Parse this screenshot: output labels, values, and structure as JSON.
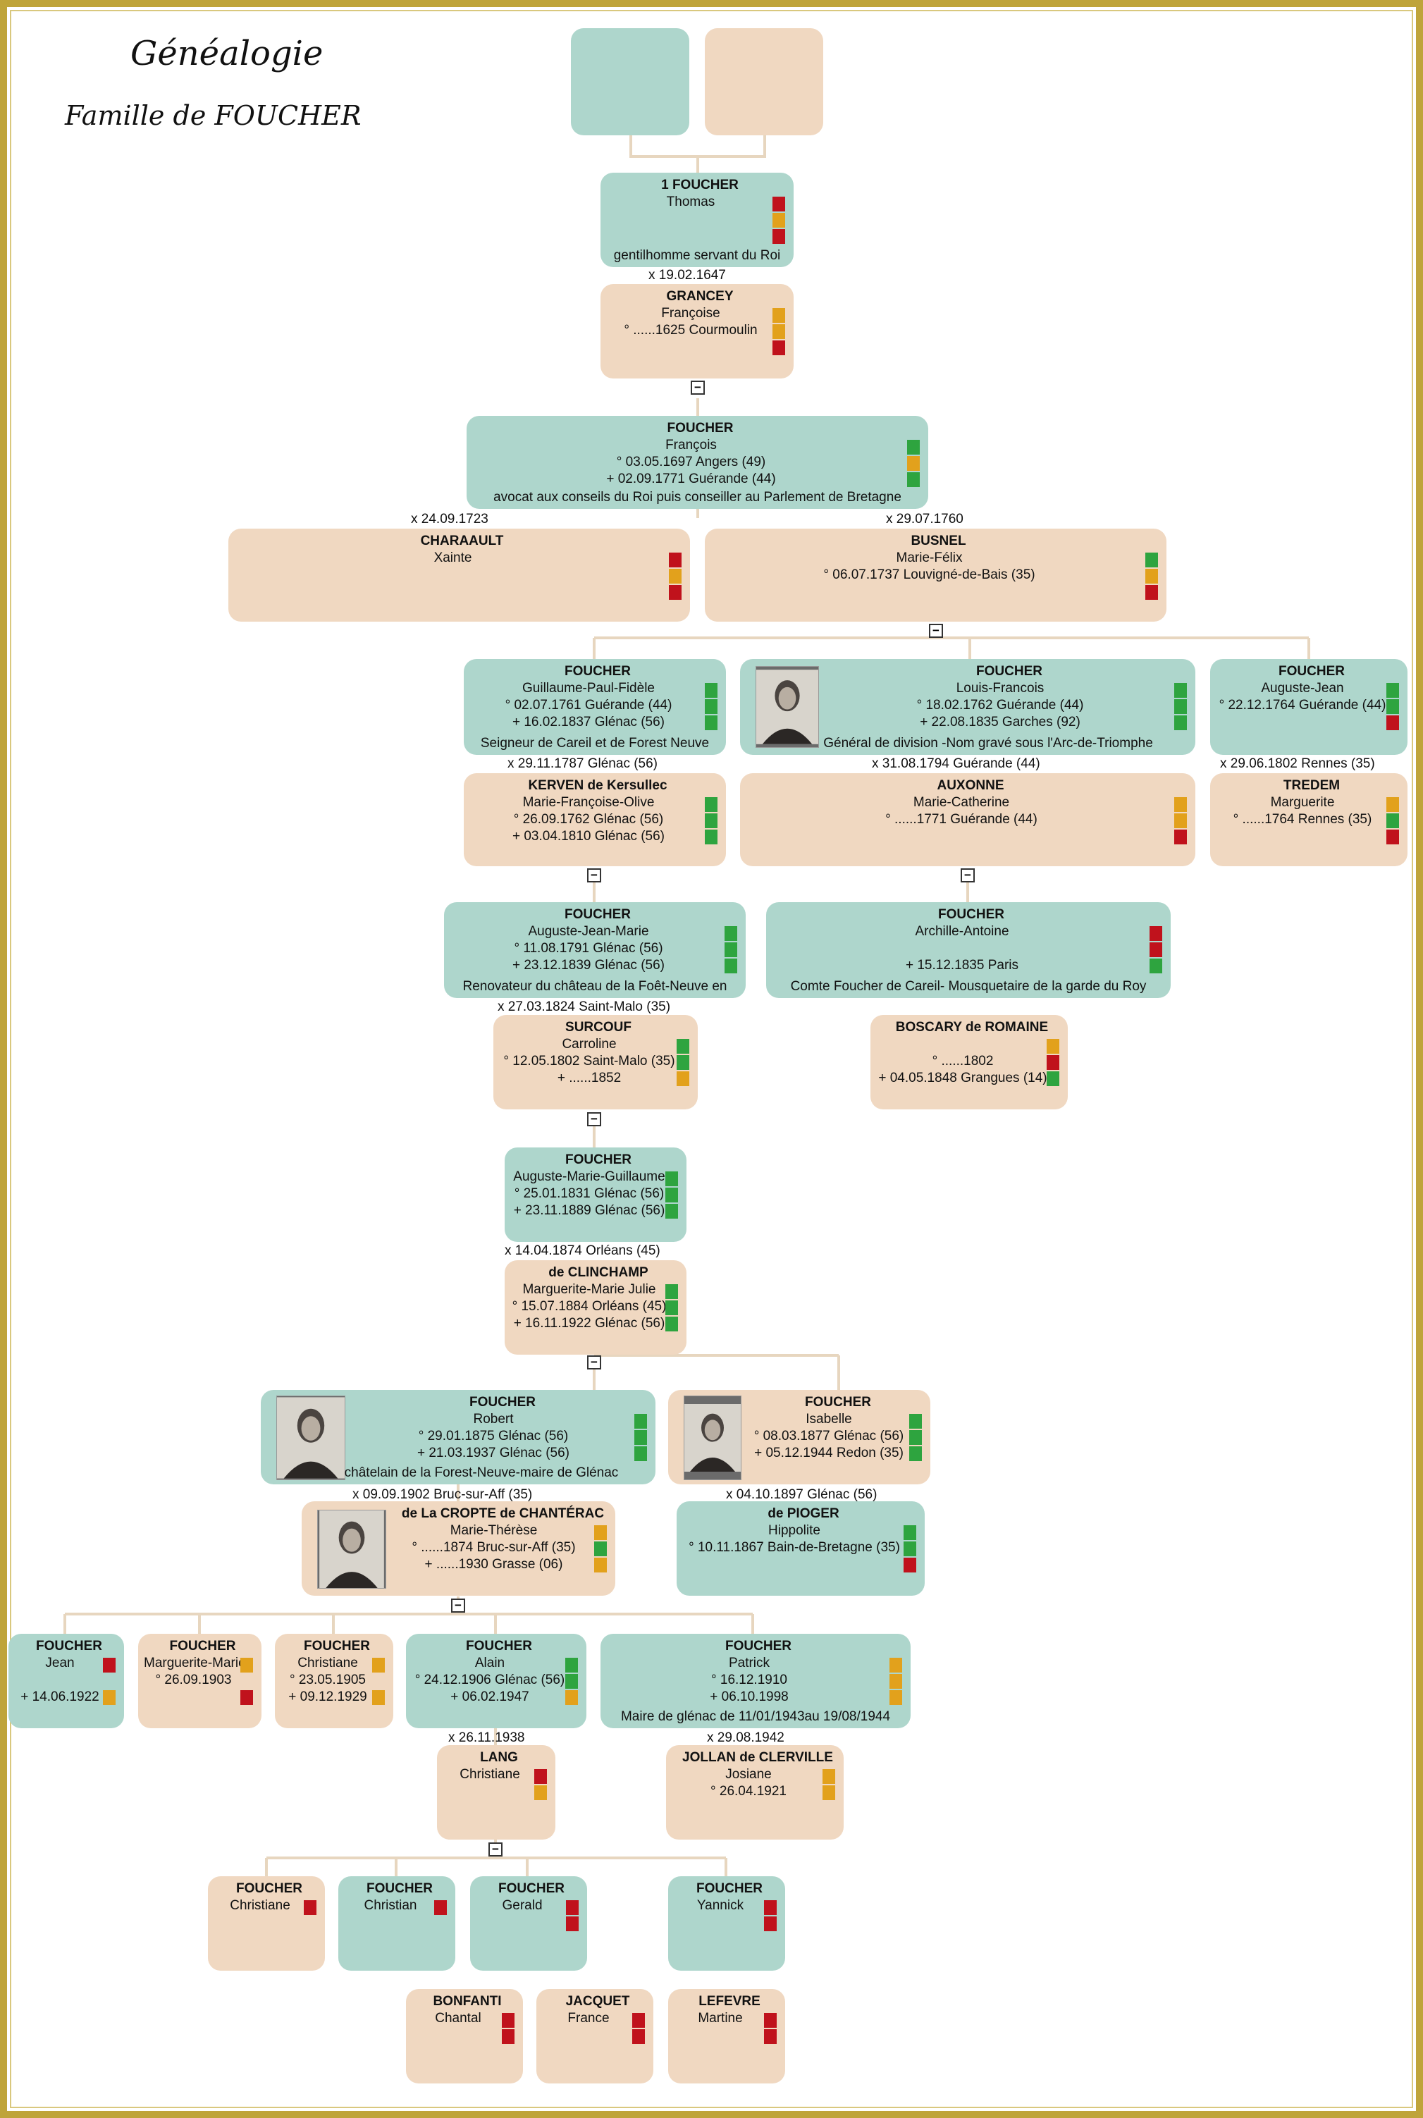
{
  "title": "Généalogie",
  "subtitle": "Famille  de FOUCHER",
  "colors": {
    "male": "#aed6cc",
    "female": "#f0d8c1",
    "red": "#c0121c",
    "orange": "#e2a11c",
    "green": "#2ea43f",
    "line": "#e7d6bf",
    "frame": "#bfa43a"
  },
  "toggle_symbol": "−",
  "people": {
    "thomas": {
      "sex": "male",
      "surname": "1 FOUCHER",
      "lines": [
        "Thomas"
      ],
      "note": "gentilhomme servant du Roi",
      "marks": [
        "red",
        "orange",
        "red"
      ]
    },
    "francoise": {
      "sex": "female",
      "surname": "GRANCEY",
      "lines": [
        "Françoise",
        "° ......1625 Courmoulin"
      ],
      "marks": [
        "orange",
        "orange",
        "red"
      ]
    },
    "francois": {
      "sex": "male",
      "surname": "FOUCHER",
      "lines": [
        "François",
        "° 03.05.1697 Angers (49)",
        "+ 02.09.1771 Guérande (44)"
      ],
      "note": "avocat aux conseils du Roi puis conseiller au Parlement de Bretagne",
      "marks": [
        "green",
        "orange",
        "green"
      ]
    },
    "xainte": {
      "sex": "female",
      "surname": "CHARAAULT",
      "lines": [
        "Xainte"
      ],
      "marks": [
        "red",
        "orange",
        "red"
      ]
    },
    "mariefelix": {
      "sex": "female",
      "surname": "BUSNEL",
      "lines": [
        "Marie-Félix",
        "° 06.07.1737 Louvigné-de-Bais (35)"
      ],
      "marks": [
        "green",
        "orange",
        "red"
      ]
    },
    "guillaume": {
      "sex": "male",
      "surname": "FOUCHER",
      "lines": [
        "Guillaume-Paul-Fidèle",
        "° 02.07.1761 Guérande (44)",
        "+ 16.02.1837 Glénac (56)"
      ],
      "note": "Seigneur de Careil et de Forest Neuve",
      "marks": [
        "green",
        "green",
        "green"
      ]
    },
    "louisfrancois": {
      "sex": "male",
      "surname": "FOUCHER",
      "lines": [
        "Louis-Francois",
        "° 18.02.1762 Guérande (44)",
        "+ 22.08.1835 Garches (92)"
      ],
      "note": "Général de division -Nom gravé sous l'Arc-de-Triomphe",
      "marks": [
        "green",
        "green",
        "green"
      ],
      "photo": true
    },
    "augustejean": {
      "sex": "male",
      "surname": "FOUCHER",
      "lines": [
        "Auguste-Jean",
        "° 22.12.1764 Guérande (44)"
      ],
      "marks": [
        "green",
        "green",
        "red"
      ]
    },
    "kerven": {
      "sex": "female",
      "surname": "KERVEN de Kersullec",
      "lines": [
        "Marie-Françoise-Olive",
        "° 26.09.1762 Glénac (56)",
        "+ 03.04.1810 Glénac (56)"
      ],
      "marks": [
        "green",
        "green",
        "green"
      ]
    },
    "auxonne": {
      "sex": "female",
      "surname": "AUXONNE",
      "lines": [
        "Marie-Catherine",
        "° ......1771 Guérande (44)"
      ],
      "marks": [
        "orange",
        "orange",
        "red"
      ]
    },
    "tredem": {
      "sex": "female",
      "surname": "TREDEM",
      "lines": [
        "Marguerite",
        "° ......1764 Rennes (35)"
      ],
      "marks": [
        "orange",
        "green",
        "red"
      ]
    },
    "augustejeanmarie": {
      "sex": "male",
      "surname": "FOUCHER",
      "lines": [
        "Auguste-Jean-Marie",
        "° 11.08.1791 Glénac (56)",
        "+ 23.12.1839 Glénac (56)"
      ],
      "note": "Renovateur du château de la Foêt-Neuve en",
      "marks": [
        "green",
        "green",
        "green"
      ]
    },
    "archille": {
      "sex": "male",
      "surname": "FOUCHER",
      "lines": [
        "Archille-Antoine",
        "",
        "+ 15.12.1835 Paris"
      ],
      "note": "Comte Foucher de Careil- Mousquetaire de la garde du Roy",
      "marks": [
        "red",
        "red",
        "green"
      ]
    },
    "surcouf": {
      "sex": "female",
      "surname": "SURCOUF",
      "lines": [
        "Carroline",
        "° 12.05.1802 Saint-Malo (35)",
        "+ ......1852"
      ],
      "marks": [
        "green",
        "green",
        "orange"
      ]
    },
    "boscary": {
      "sex": "female",
      "surname": "BOSCARY de ROMAINE",
      "lines": [
        "",
        "° ......1802",
        "+ 04.05.1848 Grangues (14)"
      ],
      "marks": [
        "orange",
        "red",
        "green"
      ]
    },
    "augustemarieguillaume": {
      "sex": "male",
      "surname": "FOUCHER",
      "lines": [
        "Auguste-Marie-Guillaume",
        "° 25.01.1831 Glénac (56)",
        "+ 23.11.1889 Glénac (56)"
      ],
      "marks": [
        "green",
        "green",
        "green"
      ]
    },
    "clinchamp": {
      "sex": "female",
      "surname": "de CLINCHAMP",
      "lines": [
        "Marguerite-Marie Julie",
        "° 15.07.1884 Orléans (45)",
        "+ 16.11.1922 Glénac (56)"
      ],
      "marks": [
        "green",
        "green",
        "green"
      ]
    },
    "robert": {
      "sex": "male",
      "surname": "FOUCHER",
      "lines": [
        "Robert",
        "° 29.01.1875 Glénac (56)",
        "+ 21.03.1937 Glénac (56)"
      ],
      "note": "châtelain de la Forest-Neuve-maire de Glénac",
      "marks": [
        "green",
        "green",
        "green"
      ],
      "photo": true
    },
    "isabelle": {
      "sex": "female",
      "surname": "FOUCHER",
      "lines": [
        "Isabelle",
        "° 08.03.1877 Glénac (56)",
        "+ 05.12.1944 Redon (35)"
      ],
      "marks": [
        "green",
        "green",
        "green"
      ],
      "photo": true
    },
    "cropte": {
      "sex": "female",
      "surname": "de La CROPTE de CHANTÉRAC",
      "lines": [
        "Marie-Thérèse",
        "° ......1874 Bruc-sur-Aff (35)",
        "+ ......1930 Grasse (06)"
      ],
      "marks": [
        "orange",
        "green",
        "orange"
      ],
      "photo": true
    },
    "piogier": {
      "sex": "male",
      "surname": "de PIOGER",
      "lines": [
        "Hippolite",
        "° 10.11.1867 Bain-de-Bretagne (35)"
      ],
      "marks": [
        "green",
        "green",
        "red"
      ]
    },
    "jean": {
      "sex": "male",
      "surname": "FOUCHER",
      "lines": [
        "Jean",
        "",
        "+ 14.06.1922"
      ],
      "marks": [
        "red",
        "",
        "orange"
      ]
    },
    "marguerite": {
      "sex": "female",
      "surname": "FOUCHER",
      "lines": [
        "Marguerite-Marie",
        "° 26.09.1903"
      ],
      "marks": [
        "orange",
        "",
        "red"
      ]
    },
    "christiane1": {
      "sex": "female",
      "surname": "FOUCHER",
      "lines": [
        "Christiane",
        "° 23.05.1905",
        "+ 09.12.1929"
      ],
      "marks": [
        "orange",
        "",
        "orange"
      ]
    },
    "alain": {
      "sex": "male",
      "surname": "FOUCHER",
      "lines": [
        "Alain",
        "° 24.12.1906 Glénac (56)",
        "+ 06.02.1947"
      ],
      "marks": [
        "green",
        "green",
        "orange"
      ]
    },
    "patrick": {
      "sex": "male",
      "surname": "FOUCHER",
      "lines": [
        "Patrick",
        "° 16.12.1910",
        "+ 06.10.1998"
      ],
      "note": "Maire de glénac de 11/01/1943au 19/08/1944",
      "marks": [
        "orange",
        "orange",
        "orange"
      ]
    },
    "lang": {
      "sex": "female",
      "surname": "LANG",
      "lines": [
        "Christiane"
      ],
      "marks": [
        "red",
        "orange"
      ]
    },
    "jollan": {
      "sex": "female",
      "surname": "JOLLAN de CLERVILLE",
      "lines": [
        "Josiane",
        "° 26.04.1921"
      ],
      "marks": [
        "orange",
        "orange"
      ]
    },
    "christiane2": {
      "sex": "female",
      "surname": "FOUCHER",
      "lines": [
        "Christiane"
      ],
      "marks": [
        "red"
      ]
    },
    "christian": {
      "sex": "male",
      "surname": "FOUCHER",
      "lines": [
        "Christian"
      ],
      "marks": [
        "red"
      ]
    },
    "gerald": {
      "sex": "male",
      "surname": "FOUCHER",
      "lines": [
        "Gerald"
      ],
      "marks": [
        "red",
        "red"
      ]
    },
    "yannick": {
      "sex": "male",
      "surname": "FOUCHER",
      "lines": [
        "Yannick"
      ],
      "marks": [
        "red",
        "red"
      ]
    },
    "bonfanti": {
      "sex": "female",
      "surname": "BONFANTI",
      "lines": [
        "Chantal"
      ],
      "marks": [
        "red",
        "red"
      ]
    },
    "jacquet": {
      "sex": "female",
      "surname": "JACQUET",
      "lines": [
        "France"
      ],
      "marks": [
        "red",
        "red"
      ]
    },
    "lefevre": {
      "sex": "female",
      "surname": "LEFEVRE",
      "lines": [
        "Martine"
      ],
      "marks": [
        "red",
        "red"
      ]
    }
  },
  "marriages": {
    "m1": "x 19.02.1647",
    "m2": "x 24.09.1723",
    "m3": "x 29.07.1760",
    "m4": "x 29.11.1787 Glénac (56)",
    "m5": "x 31.08.1794 Guérande (44)",
    "m6": "x 29.06.1802 Rennes (35)",
    "m7": "x 27.03.1824 Saint-Malo (35)",
    "m8": "x 14.04.1874 Orléans (45)",
    "m9": "x 09.09.1902 Bruc-sur-Aff (35)",
    "m10": "x 04.10.1897 Glénac (56)",
    "m11": "x 26.11.1938",
    "m12": "x 29.08.1942"
  }
}
